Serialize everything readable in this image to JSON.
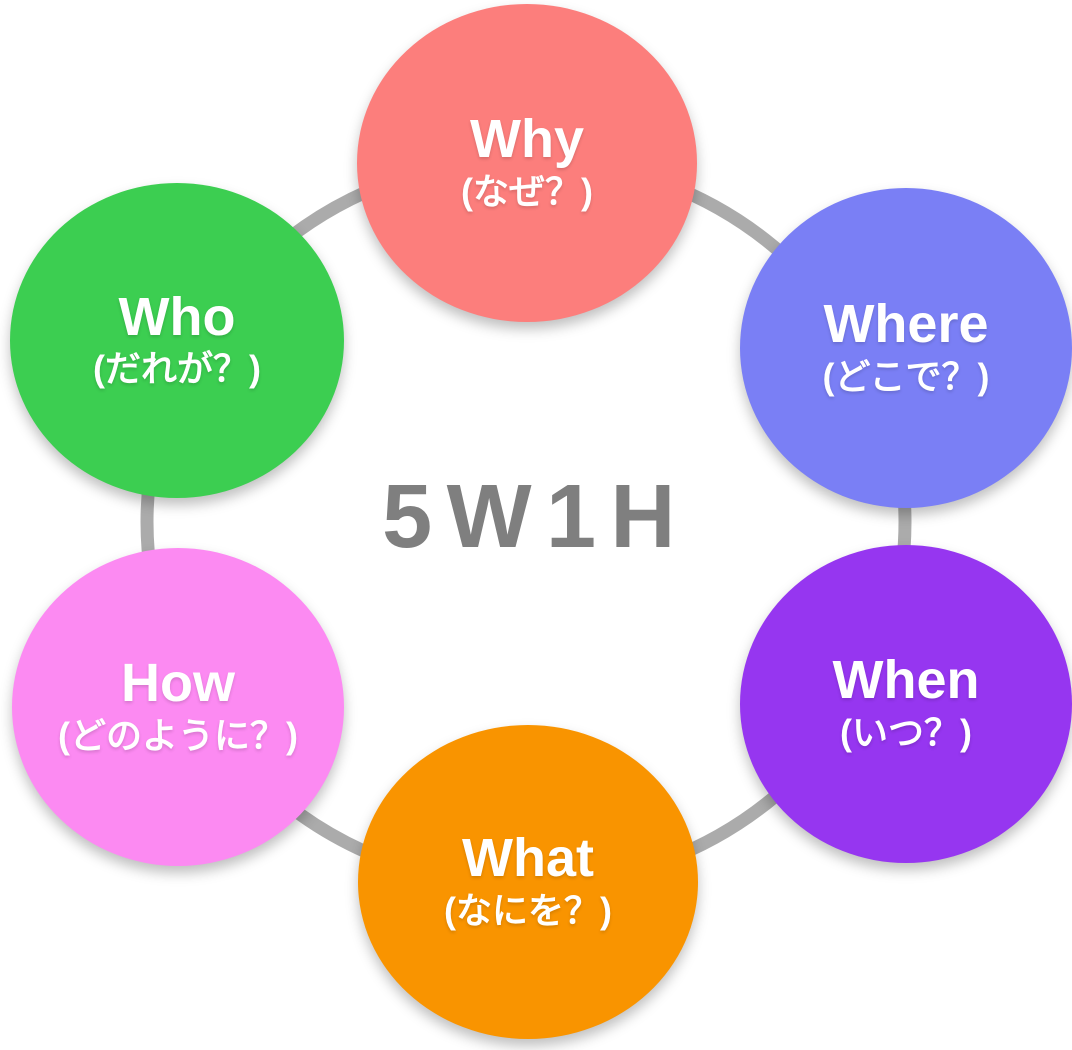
{
  "diagram": {
    "type": "cycle",
    "text_color": "#FFFFFF",
    "center": {
      "label": "5W1H",
      "color": "#7F7F7F"
    },
    "ring": {
      "color": "#ABABAB"
    },
    "nodes": [
      {
        "id": "why",
        "label": "Why",
        "sublabel": "(なぜ？)",
        "color": "#FC7E7C",
        "position": "top"
      },
      {
        "id": "where",
        "label": "Where",
        "sublabel": "(どこで？)",
        "color": "#7A7FF5",
        "position": "top-right"
      },
      {
        "id": "when",
        "label": "When",
        "sublabel": "(いつ？)",
        "color": "#9636F0",
        "position": "bottom-right"
      },
      {
        "id": "what",
        "label": "What",
        "sublabel": "(なにを？)",
        "color": "#F99400",
        "position": "bottom"
      },
      {
        "id": "how",
        "label": "How",
        "sublabel": "(どのように？)",
        "color": "#FC8AF2",
        "position": "bottom-left"
      },
      {
        "id": "who",
        "label": "Who",
        "sublabel": "(だれが？)",
        "color": "#3CCE51",
        "position": "top-left"
      }
    ]
  }
}
